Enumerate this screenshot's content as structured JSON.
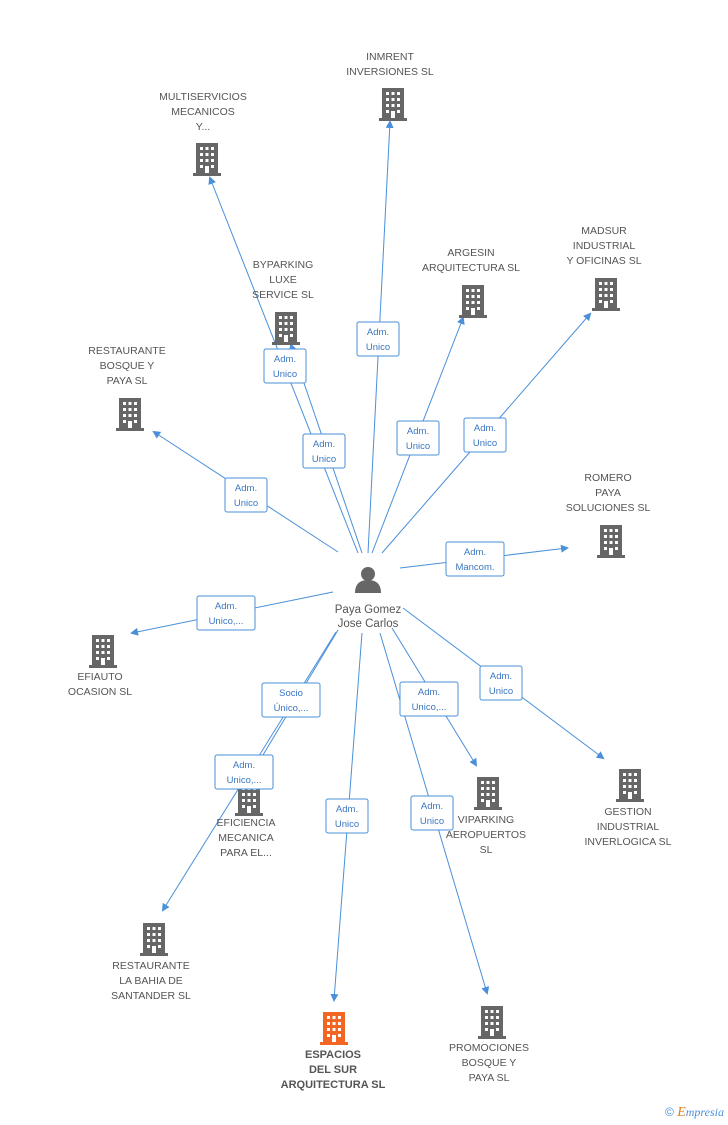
{
  "center": {
    "name_line1": "Paya Gomez",
    "name_line2": "Jose Carlos",
    "icon": "person-icon"
  },
  "colors": {
    "edge": "#4a90d9",
    "building": "#666666",
    "highlight": "#f26522"
  },
  "companies": [
    {
      "id": "inmrent",
      "lines": [
        "INMRENT",
        "INVERSIONES SL"
      ],
      "highlight": false,
      "role": [
        "Adm.",
        "Unico"
      ]
    },
    {
      "id": "multiservicios",
      "lines": [
        "MULTISERVICIOS",
        "MECANICOS",
        "Y..."
      ],
      "highlight": false,
      "role": [
        "Adm.",
        "Unico"
      ]
    },
    {
      "id": "byparking",
      "lines": [
        "BYPARKING",
        "LUXE",
        "SERVICE SL"
      ],
      "highlight": false,
      "role": [
        "Adm.",
        "Unico"
      ]
    },
    {
      "id": "argesin",
      "lines": [
        "ARGESIN",
        "ARQUITECTURA SL"
      ],
      "highlight": false,
      "role": [
        "Adm.",
        "Unico"
      ]
    },
    {
      "id": "madsur",
      "lines": [
        "MADSUR",
        "INDUSTRIAL",
        "Y OFICINAS SL"
      ],
      "highlight": false,
      "role": [
        "Adm.",
        "Unico"
      ]
    },
    {
      "id": "restaurante-bosque",
      "lines": [
        "RESTAURANTE",
        "BOSQUE Y",
        "PAYA SL"
      ],
      "highlight": false,
      "role": [
        "Adm.",
        "Unico"
      ]
    },
    {
      "id": "romero",
      "lines": [
        "ROMERO",
        "PAYA",
        "SOLUCIONES  SL"
      ],
      "highlight": false,
      "role": [
        "Adm.",
        "Mancom."
      ]
    },
    {
      "id": "efiauto",
      "lines": [
        "EFIAUTO",
        "OCASION SL"
      ],
      "highlight": false,
      "role": [
        "Adm.",
        "Unico,..."
      ]
    },
    {
      "id": "eficiencia",
      "lines": [
        "EFICIENCIA",
        "MECANICA",
        "PARA EL..."
      ],
      "highlight": false,
      "role": [
        "Adm.",
        "Unico,..."
      ]
    },
    {
      "id": "viparking",
      "lines": [
        "VIPARKING",
        "AEROPUERTOS",
        "SL"
      ],
      "highlight": false,
      "role": [
        "Adm.",
        "Unico,..."
      ]
    },
    {
      "id": "gestion",
      "lines": [
        "GESTION",
        "INDUSTRIAL",
        "INVERLOGICA SL"
      ],
      "highlight": false,
      "role": [
        "Adm.",
        "Unico"
      ]
    },
    {
      "id": "restaurante-bahia",
      "lines": [
        "RESTAURANTE",
        "LA BAHIA DE",
        "SANTANDER  SL"
      ],
      "highlight": false,
      "role": [
        "Socio",
        "Único,..."
      ]
    },
    {
      "id": "espacios",
      "lines": [
        "ESPACIOS",
        "DEL SUR",
        "ARQUITECTURA SL"
      ],
      "highlight": true,
      "role": [
        "Adm.",
        "Unico"
      ]
    },
    {
      "id": "promociones",
      "lines": [
        "PROMOCIONES",
        "BOSQUE Y",
        "PAYA SL"
      ],
      "highlight": false,
      "role": [
        "Adm.",
        "Unico"
      ]
    }
  ],
  "footer": {
    "copyright": "©",
    "brand_initial": "E",
    "brand_rest": "mpresia"
  }
}
